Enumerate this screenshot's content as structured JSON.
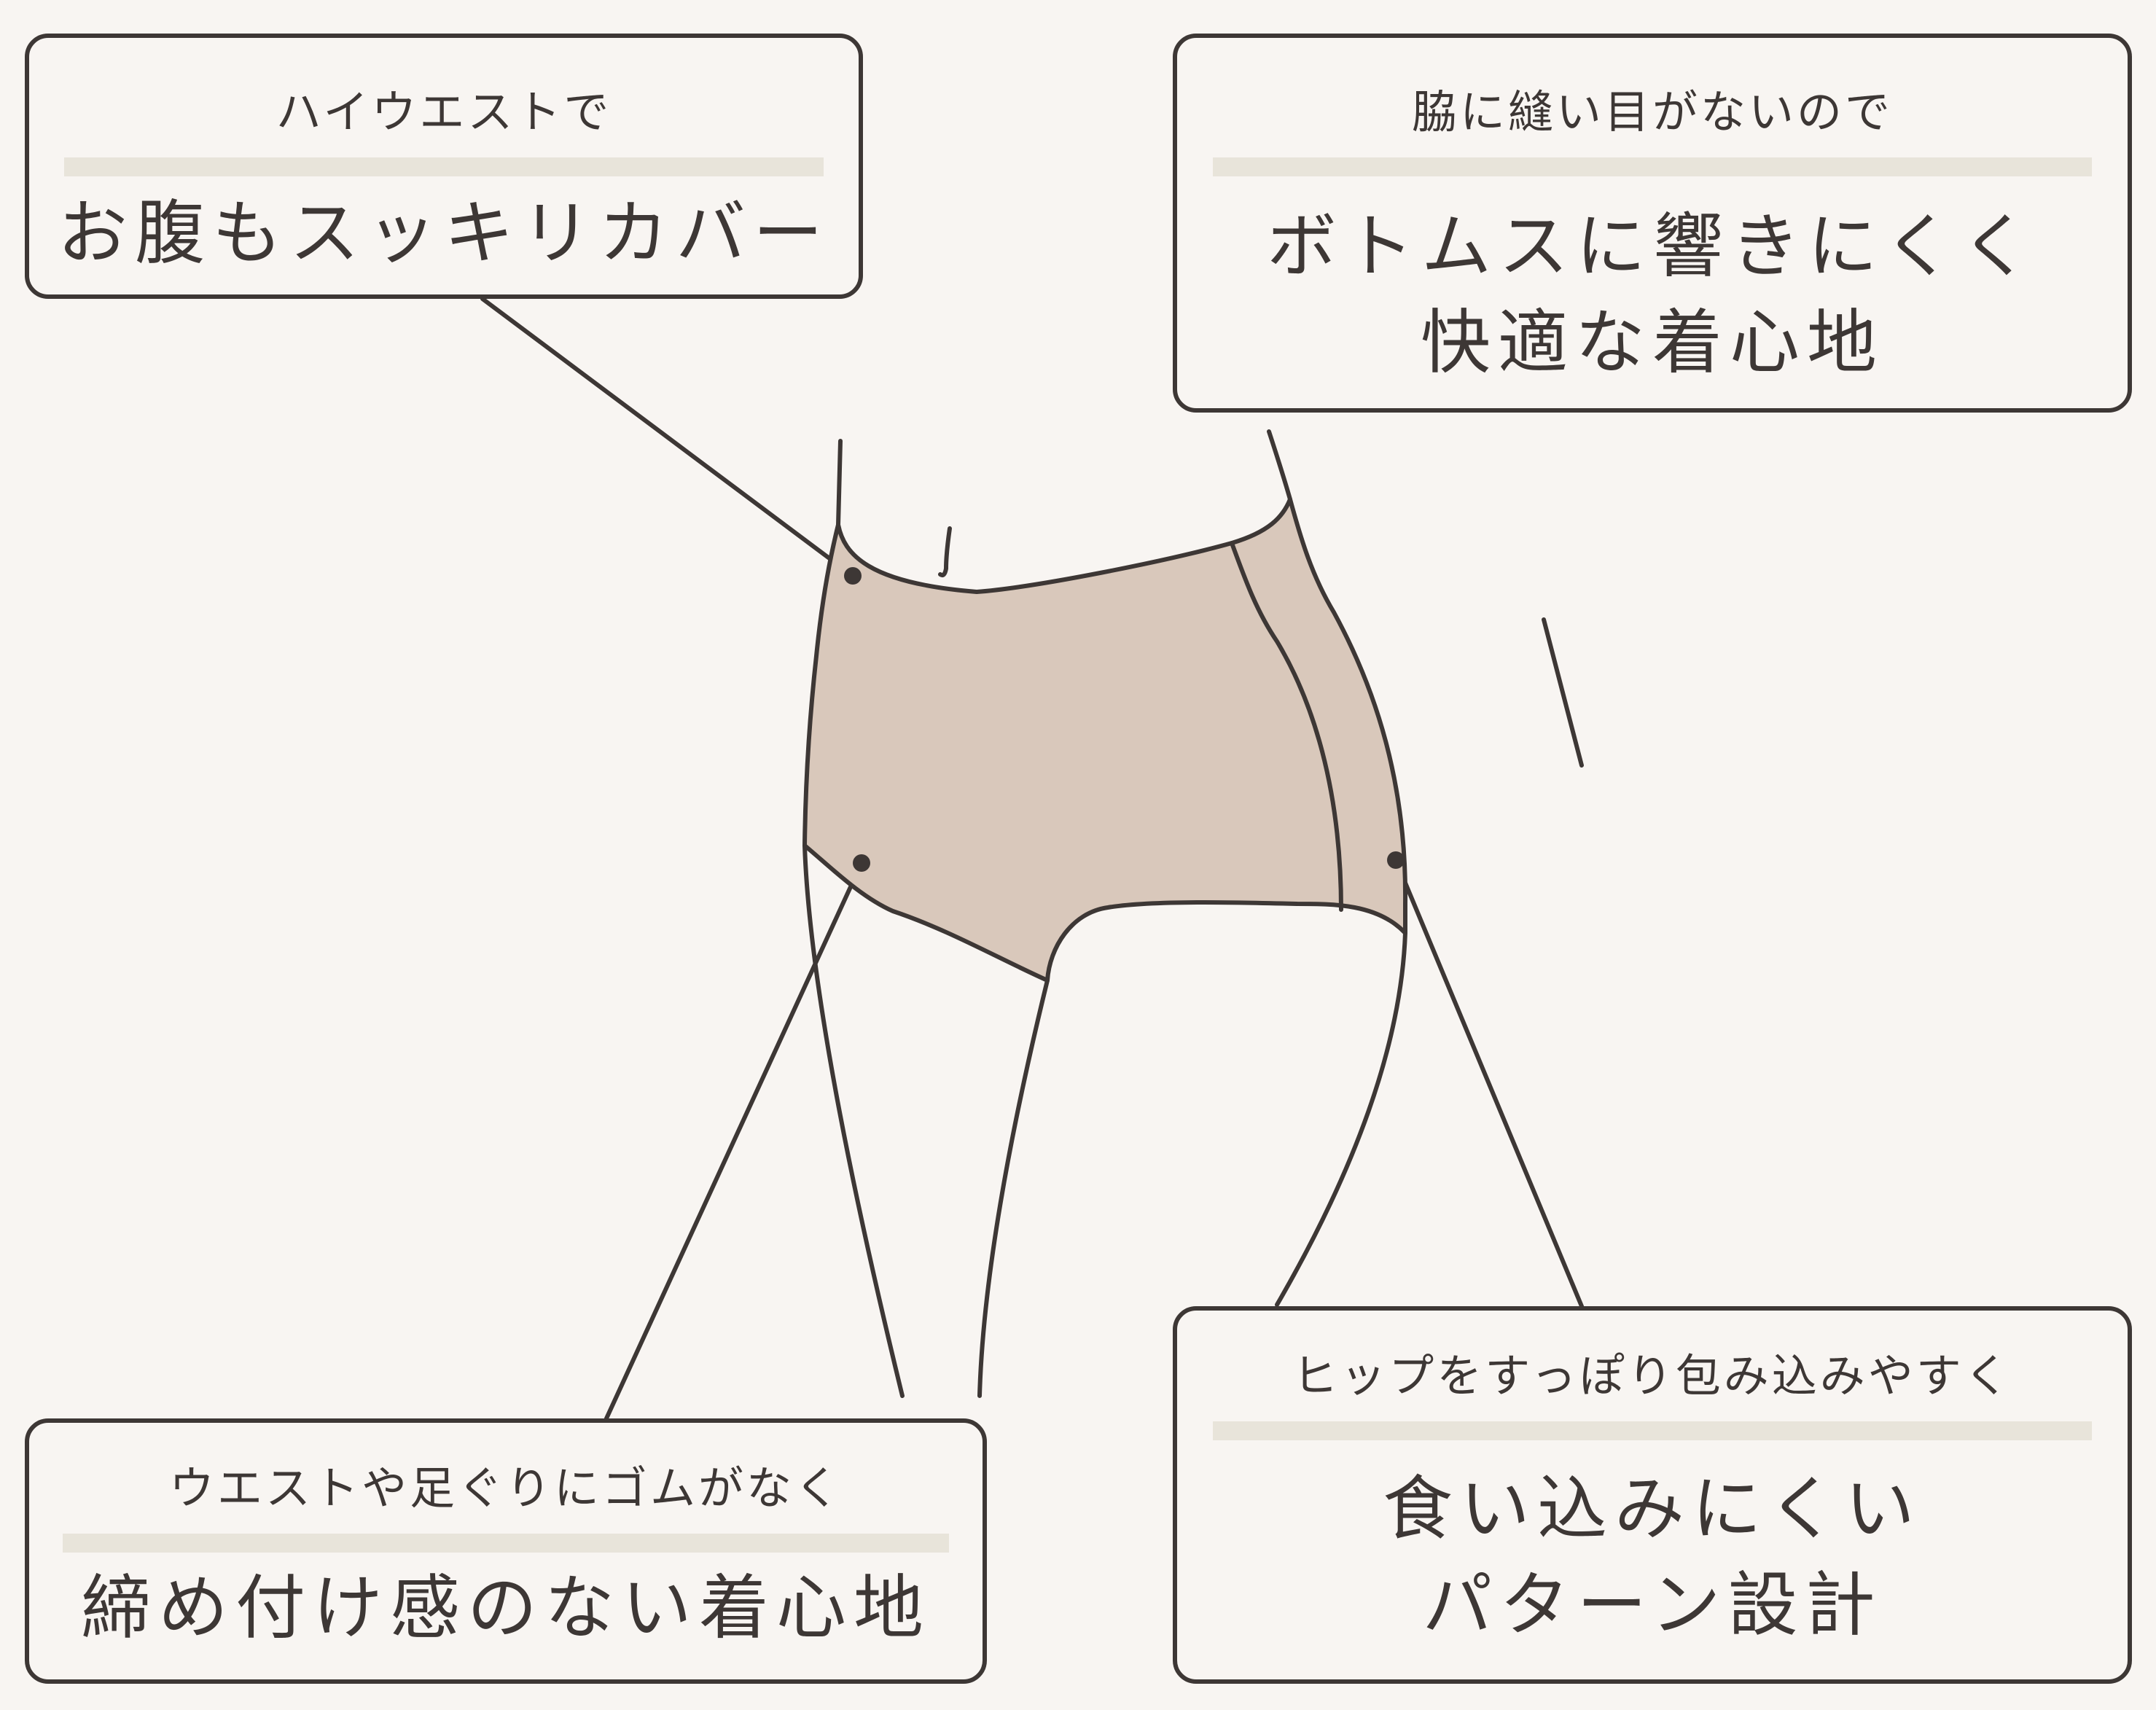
{
  "colors": {
    "background": "#f8f5f2",
    "line": "#3d3735",
    "garment_fill": "#d9c8bb",
    "accent_bar": "#e8e4da"
  },
  "callouts": {
    "top_left": {
      "subtitle": "ハイウエストで",
      "title_lines": [
        "お腹もスッキリカバー"
      ]
    },
    "top_right": {
      "subtitle": "脇に縫い目がないので",
      "title_lines": [
        "ボトムスに響きにくく",
        "快適な着心地"
      ]
    },
    "bottom_left": {
      "subtitle": "ウエストや足ぐりにゴムがなく",
      "title_lines": [
        "締め付け感のない着心地"
      ]
    },
    "bottom_right": {
      "subtitle": "ヒップをすっぽり包み込みやすく",
      "title_lines": [
        "食い込みにくい",
        "パターン設計"
      ]
    }
  }
}
